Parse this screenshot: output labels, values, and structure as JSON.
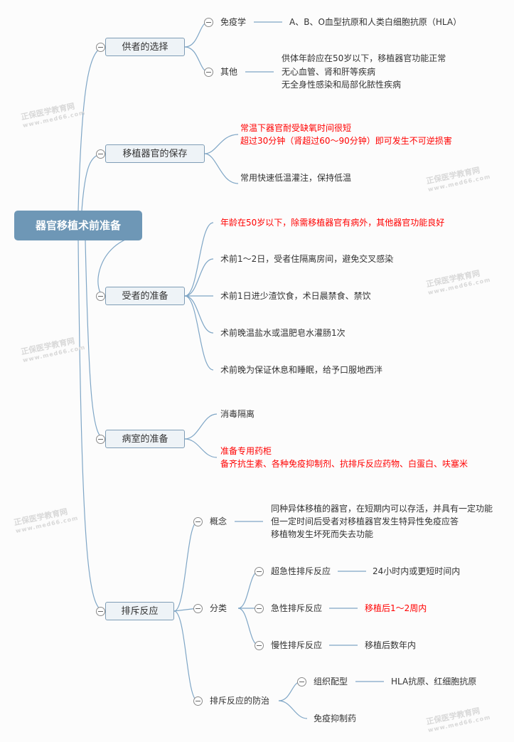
{
  "root": "器官移植术前准备",
  "watermark": {
    "name": "正保医学教育网",
    "url": "www.med66.com"
  },
  "branches": {
    "donor": {
      "label": "供者的选择",
      "immunology": {
        "label": "免疫学",
        "value": "A、B、O血型抗原和人类白细胞抗原（HLA）"
      },
      "other": {
        "label": "其他",
        "lines": [
          "供体年龄应在50岁以下，移植器官功能正常",
          "无心血管、肾和肝等疾病",
          "无全身性感染和局部化脓性疾病"
        ]
      }
    },
    "preservation": {
      "label": "移植器官的保存",
      "items": [
        "常温下器官耐受缺氧时间很短",
        "超过30分钟（肾超过60～90分钟）即可发生不可逆损害",
        "常用快速低温灌注，保持低温"
      ]
    },
    "recipient": {
      "label": "受者的准备",
      "items": [
        "年龄在50岁以下，除需移植器官有病外，其他器官功能良好",
        "术前1～2日，受者住隔离房间，避免交叉感染",
        "术前1日进少渣饮食，术日晨禁食、禁饮",
        "术前晚温盐水或温肥皂水灌肠1次",
        "术前晚为保证休息和睡眠，给予口服地西泮"
      ]
    },
    "ward": {
      "label": "病室的准备",
      "items": [
        "消毒隔离",
        "准备专用药柜",
        "备齐抗生素、各种免疫抑制剂、抗排斥反应药物、白蛋白、呋塞米"
      ]
    },
    "rejection": {
      "label": "排斥反应",
      "concept": {
        "label": "概念",
        "lines": [
          "同种异体移植的器官，在短期内可以存活，并具有一定功能",
          "但一定时间后受者对移植器官发生特异性免疫应答",
          "移植物发生坏死而失去功能"
        ]
      },
      "classification": {
        "label": "分类",
        "types": [
          {
            "label": "超急性排斥反应",
            "value": "24小时内或更短时间内"
          },
          {
            "label": "急性排斥反应",
            "value": "移植后1～2周内"
          },
          {
            "label": "慢性排斥反应",
            "value": "移植后数年内"
          }
        ]
      },
      "prevention": {
        "label": "排斥反应的防治",
        "matching": {
          "label": "组织配型",
          "value": "HLA抗原、红细胞抗原"
        },
        "drugs": "免疫抑制药"
      }
    }
  },
  "colors": {
    "root": "#6e97b6",
    "line": "#7fa6c6",
    "highlight": "#ff0000"
  }
}
